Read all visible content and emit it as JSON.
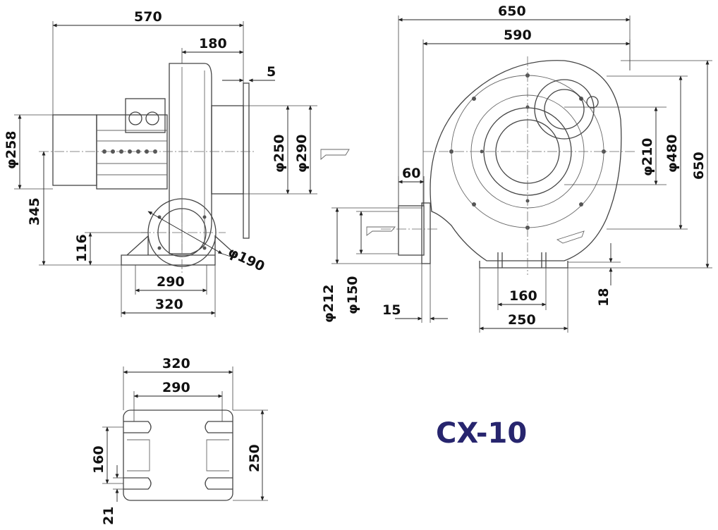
{
  "model": "CX-10",
  "side_view": {
    "overall_length": "570",
    "housing_width": "180",
    "flange_thickness": "5",
    "motor_diameter": "φ258",
    "outlet_inner_dia": "φ250",
    "outlet_outer_dia": "φ290",
    "center_height": "345",
    "base_height": "116",
    "inlet_dia": "φ190",
    "base_inner_width": "290",
    "base_outer_width": "320"
  },
  "front_view": {
    "overall_height_width": "650",
    "housing_span": "590",
    "inlet_inner_dia": "φ210",
    "flange_dia": "φ480",
    "overall_height": "650",
    "outlet_length": "60",
    "outlet_outer": "φ212",
    "outlet_inner": "φ150",
    "flange_thickness": "15",
    "base_inner": "160",
    "base_outer": "250",
    "base_thickness": "18"
  },
  "base_plate": {
    "outer_width": "320",
    "inner_width": "290",
    "slot_spacing": "160",
    "depth": "250",
    "slot_width": "21"
  }
}
